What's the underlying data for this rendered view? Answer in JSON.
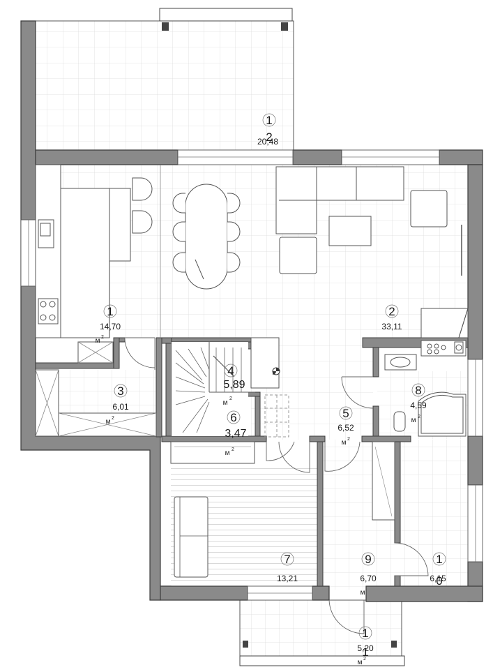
{
  "rooms": [
    {
      "id": "terrace-top",
      "number": "1\n2",
      "num_a": "1",
      "num_b": "2",
      "area": "20,48",
      "unit": ""
    },
    {
      "id": "kitchen",
      "number": "1",
      "area": "14,70",
      "unit": "м",
      "sup": "2"
    },
    {
      "id": "living",
      "number": "2",
      "area": "33,11",
      "unit": "",
      "sup": ""
    },
    {
      "id": "pantry",
      "number": "3",
      "area": "6,01",
      "unit": "м",
      "sup": "2"
    },
    {
      "id": "stair",
      "number": "4",
      "area": "5,89",
      "unit": "м",
      "sup": "2"
    },
    {
      "id": "hall",
      "number": "5",
      "area": "6,52",
      "unit": "м",
      "sup": "2"
    },
    {
      "id": "storage",
      "number": "6",
      "area": "3,47",
      "unit": "м",
      "sup": "2"
    },
    {
      "id": "bedroom",
      "number": "7",
      "area": "13,21",
      "unit": "",
      "sup": ""
    },
    {
      "id": "bathroom",
      "number": "8",
      "area": "4,59",
      "unit": "м",
      "sup": "2"
    },
    {
      "id": "entry",
      "number": "9",
      "area": "6,70",
      "unit": "м",
      "sup": ""
    },
    {
      "id": "room10",
      "num_a": "1",
      "num_b": "0",
      "area": "6,15",
      "unit": "",
      "sup": ""
    },
    {
      "id": "porch",
      "num_a": "1",
      "num_b": "1",
      "area": "5,20",
      "unit": "м",
      "sup": "2"
    }
  ]
}
